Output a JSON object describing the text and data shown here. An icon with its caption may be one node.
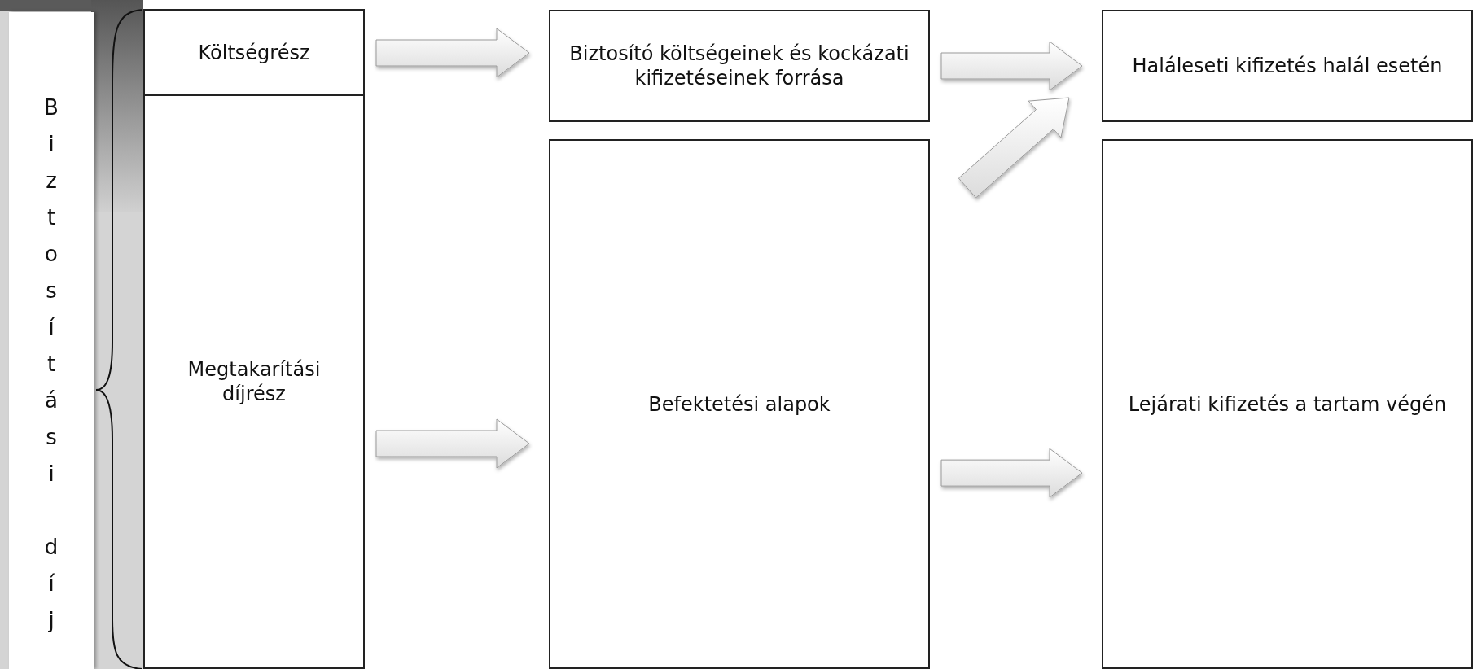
{
  "diagram": {
    "nodes": [
      {
        "text": [
          "Biztosítási díj"
        ]
      },
      {
        "text": [
          "Költségrész"
        ]
      },
      {
        "text": [
          "Megtakarítási díjrész"
        ]
      },
      {
        "text": [
          "Biztosító költségeinek és kockázati kifizetéseinek forrása"
        ]
      },
      {
        "text": [
          "Befektetési alapok"
        ]
      },
      {
        "text": [
          "Haláleseti kifizetés halál esetén"
        ]
      },
      {
        "text": [
          "Lejárati kifizetés a tartam végén"
        ]
      }
    ],
    "edges": [
      {
        "from": 1,
        "to": 3,
        "arrow": "to",
        "style": "thick"
      },
      {
        "from": 2,
        "to": 4,
        "arrow": "to",
        "style": "thick"
      },
      {
        "from": 3,
        "to": 5,
        "arrow": "to",
        "style": "thick"
      },
      {
        "from": 4,
        "to": 5,
        "arrow": "to",
        "style": "thick"
      },
      {
        "from": 4,
        "to": 6,
        "arrow": "to",
        "style": "thick"
      }
    ]
  }
}
